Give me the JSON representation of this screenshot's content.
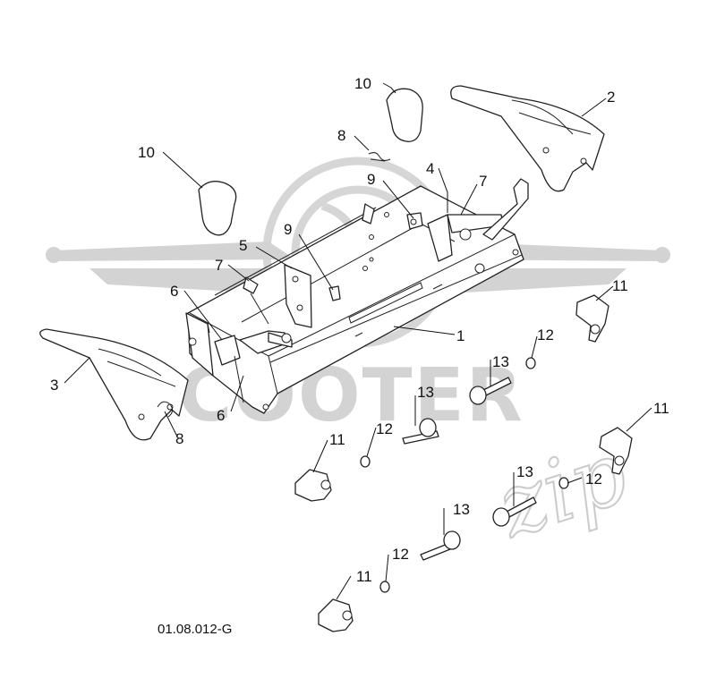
{
  "diagram": {
    "reference_code": "01.08.012-G",
    "watermark": {
      "brand_text": "SCOOTER",
      "brand_script": "zip",
      "color": "#c8c8c8"
    },
    "callouts": [
      {
        "id": "c-10a",
        "text": "10"
      },
      {
        "id": "c-10b",
        "text": "10"
      },
      {
        "id": "c-2",
        "text": "2"
      },
      {
        "id": "c-8a",
        "text": "8"
      },
      {
        "id": "c-4",
        "text": "4"
      },
      {
        "id": "c-7a",
        "text": "7"
      },
      {
        "id": "c-9a",
        "text": "9"
      },
      {
        "id": "c-9b",
        "text": "9"
      },
      {
        "id": "c-5",
        "text": "5"
      },
      {
        "id": "c-7b",
        "text": "7"
      },
      {
        "id": "c-6a",
        "text": "6"
      },
      {
        "id": "c-1",
        "text": "1"
      },
      {
        "id": "c-11a",
        "text": "11"
      },
      {
        "id": "c-12a",
        "text": "12"
      },
      {
        "id": "c-3",
        "text": "3"
      },
      {
        "id": "c-13a",
        "text": "13"
      },
      {
        "id": "c-6b",
        "text": "6"
      },
      {
        "id": "c-13b",
        "text": "13"
      },
      {
        "id": "c-11b",
        "text": "11"
      },
      {
        "id": "c-8b",
        "text": "8"
      },
      {
        "id": "c-11c",
        "text": "11"
      },
      {
        "id": "c-12b",
        "text": "12"
      },
      {
        "id": "c-13c",
        "text": "13"
      },
      {
        "id": "c-12c",
        "text": "12"
      },
      {
        "id": "c-13d",
        "text": "13"
      },
      {
        "id": "c-12d",
        "text": "12"
      },
      {
        "id": "c-11d",
        "text": "11"
      }
    ]
  }
}
